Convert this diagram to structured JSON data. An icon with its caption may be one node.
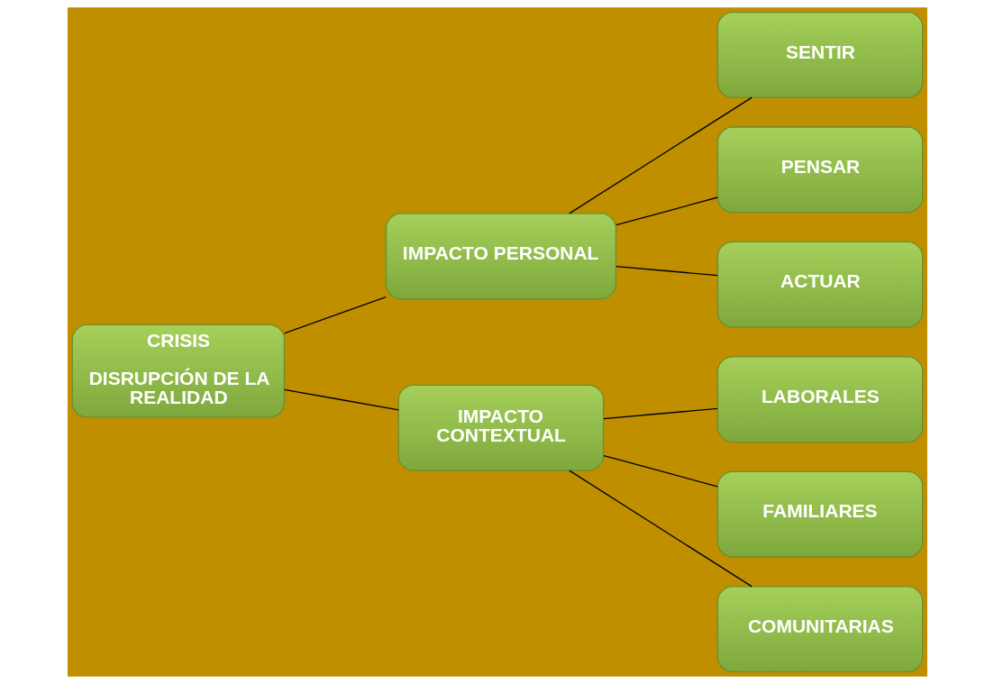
{
  "diagram": {
    "nodes": [
      {
        "text": [
          "CRISIS",
          "DISRUPCIÓN DE LA REALIDAD"
        ]
      },
      {
        "text": [
          "IMPACTO PERSONAL"
        ]
      },
      {
        "text": [
          "SENTIR"
        ]
      },
      {
        "text": [
          "PENSAR"
        ]
      },
      {
        "text": [
          "ACTUAR"
        ]
      },
      {
        "text": [
          "IMPACTO CONTEXTUAL"
        ]
      },
      {
        "text": [
          "LABORALES"
        ]
      },
      {
        "text": [
          "FAMILIARES"
        ]
      },
      {
        "text": [
          "COMUNITARIAS"
        ]
      }
    ],
    "edges": [
      {
        "from": 0,
        "to": 1,
        "arrow": "none"
      },
      {
        "from": 0,
        "to": 5,
        "arrow": "none"
      },
      {
        "from": 1,
        "to": 2,
        "arrow": "none"
      },
      {
        "from": 1,
        "to": 3,
        "arrow": "none"
      },
      {
        "from": 1,
        "to": 4,
        "arrow": "none"
      },
      {
        "from": 5,
        "to": 6,
        "arrow": "none"
      },
      {
        "from": 5,
        "to": 7,
        "arrow": "none"
      },
      {
        "from": 5,
        "to": 8,
        "arrow": "none"
      }
    ]
  }
}
